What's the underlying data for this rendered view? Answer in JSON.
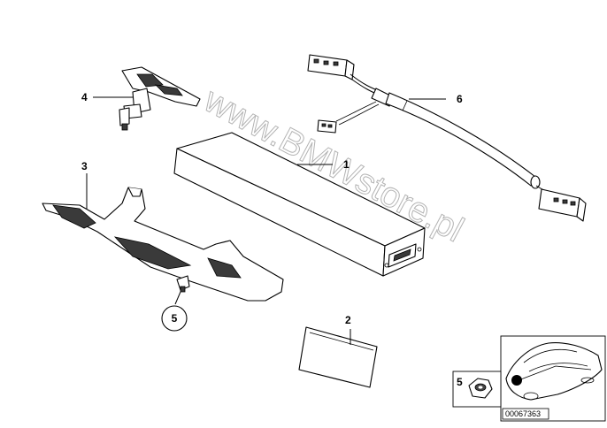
{
  "callouts": {
    "c1": "1",
    "c2": "2",
    "c3": "3",
    "c4": "4",
    "c5": "5",
    "c6": "6",
    "inset_5": "5"
  },
  "watermark": "www.BMWstore.pl",
  "reference_number": "00067363",
  "icons": {
    "nut": "hex-nut-icon",
    "car": "car-silhouette-icon"
  }
}
